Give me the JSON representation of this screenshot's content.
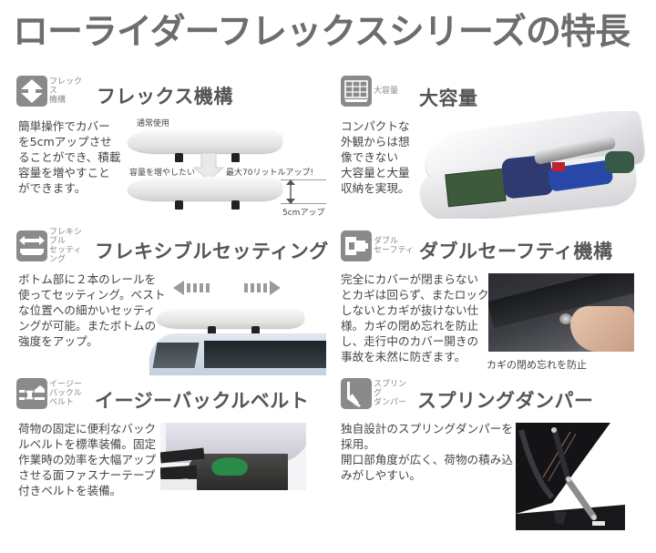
{
  "page": {
    "title": "ローライダーフレックスシリーズの特長"
  },
  "colors": {
    "title_gray": "#6d6d6d",
    "icon_gray": "#8a8a8a",
    "heading_gray": "#555555",
    "body_text": "#444444"
  },
  "sections": [
    {
      "id": "flex",
      "icon": "up-down-arrow-icon",
      "icon_label": "フレックス\n機構",
      "heading": "フレックス機構",
      "body": "簡単操作でカバー\nを5cmアップさせ\nることができ、積載\n容量を増やすこと\nができます。",
      "diagram_labels": {
        "normal": "通常使用",
        "increase": "容量を増やしたい",
        "max": "最大70リットルアップ!",
        "lift": "5cmアップ"
      }
    },
    {
      "id": "capacity",
      "icon": "grid-storage-icon",
      "icon_label": "大容量",
      "heading": "大容量",
      "body": "コンパクトな\n外観からは想\n像できない\n大容量と大量\n収納を実現。"
    },
    {
      "id": "flexible",
      "icon": "left-right-arrow-icon",
      "icon_label": "フレキシブル\nセッティング",
      "heading": "フレキシブルセッティング",
      "body": "ボトム部に２本のレールを\n使ってセッティング。ベスト\nな位置への細かいセッティ\nングが可能。またボトムの\n強度をアップ。"
    },
    {
      "id": "double-safety",
      "icon": "key-lock-icon",
      "icon_label": "ダブル\nセーフティ",
      "heading": "ダブルセーフティ機構",
      "body": "完全にカバーが閉まらない\nとカギは回らず、またロック\nしないとカギが抜けない仕\n様。カギの閉め忘れを防止\nし、走行中のカバー開きの\n事故を未然に防ぎます。",
      "caption": "カギの閉め忘れを防止"
    },
    {
      "id": "buckle",
      "icon": "buckle-belt-icon",
      "icon_label": "イージー\nバックル\nベルト",
      "heading": "イージーバックルベルト",
      "body": "荷物の固定に便利なバック\nルベルトを標準装備。固定\n作業時の効率を大幅アップ\nさせる面ファスナーテープ\n付きベルトを装備。"
    },
    {
      "id": "damper",
      "icon": "spring-damper-icon",
      "icon_label": "スプリング\nダンパー",
      "heading": "スプリングダンパー",
      "body": "独自設計のスプリングダンパーを\n採用。\n開口部角度が広く、荷物の積み込\nみがしやすい。"
    }
  ]
}
